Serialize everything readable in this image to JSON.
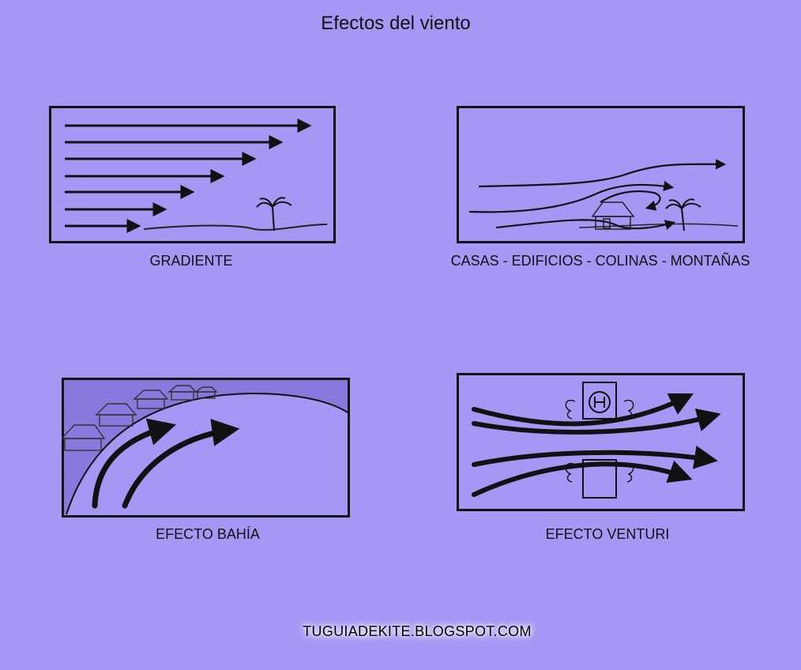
{
  "title": "Efectos del viento",
  "panels": [
    {
      "caption": "GRADIENTE"
    },
    {
      "caption": "CASAS - EDIFICIOS - COLINAS - MONTAÑAS"
    },
    {
      "caption": "EFECTO BAHÍA"
    },
    {
      "caption": "EFECTO VENTURI"
    }
  ],
  "footer": "TUGUIADEKITE.BLOGSPOT.COM"
}
